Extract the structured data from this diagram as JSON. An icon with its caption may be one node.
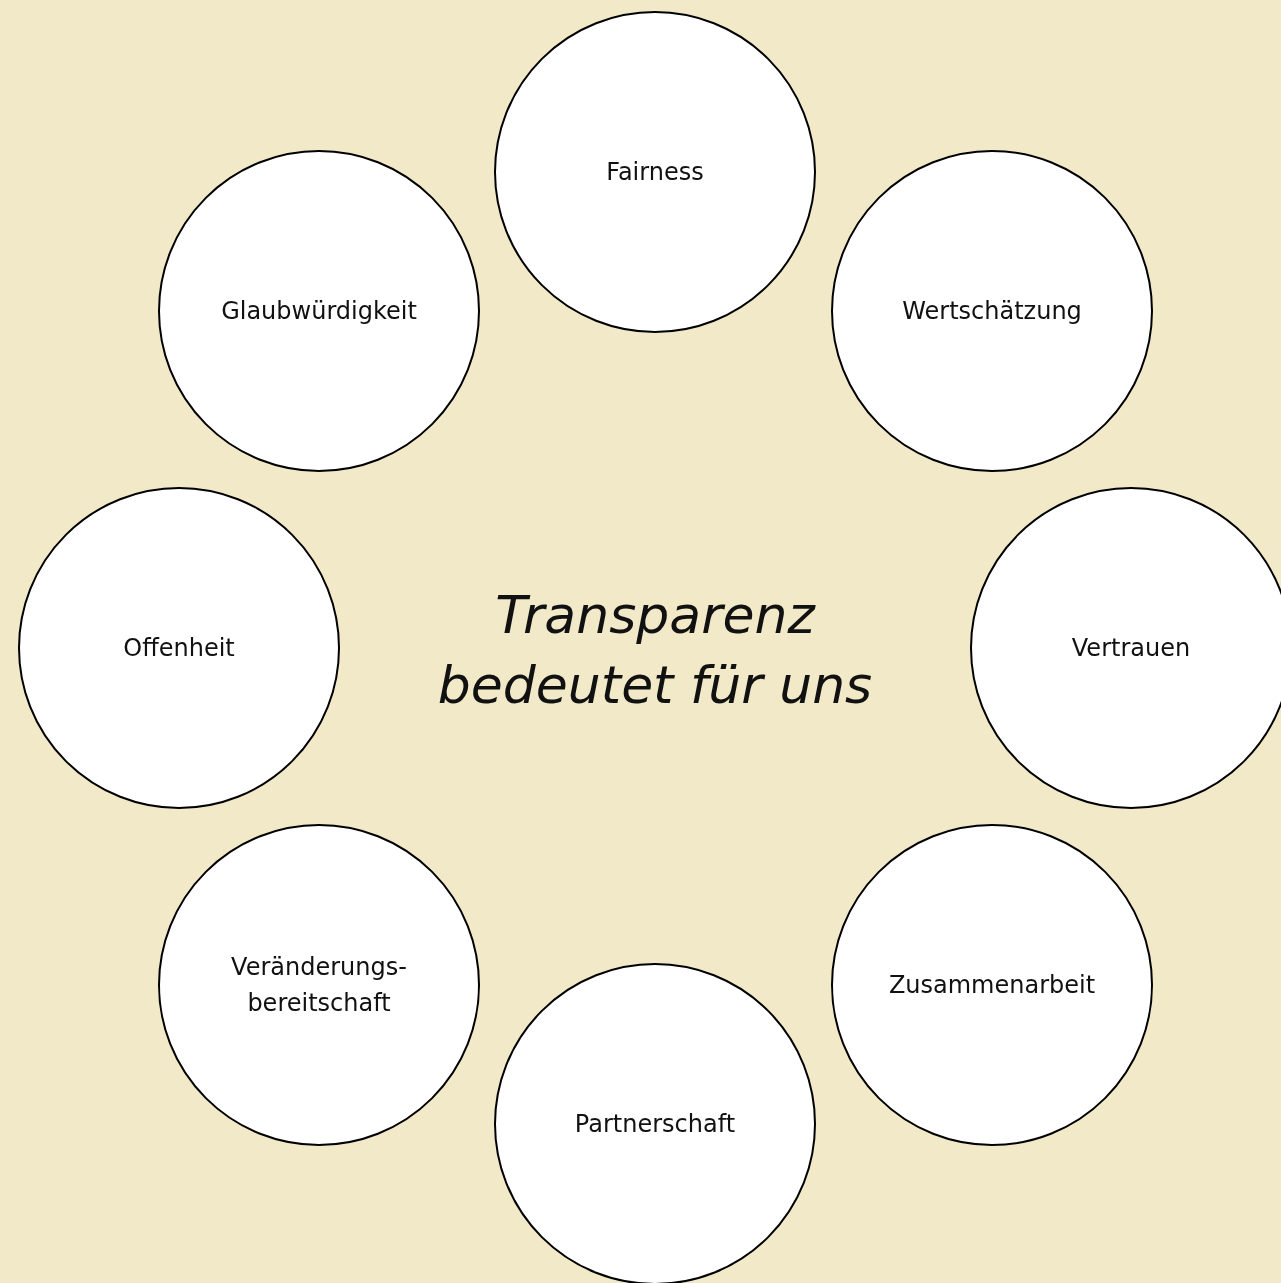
{
  "diagram": {
    "title": "Transparenz bedeutet für uns",
    "nodes": [
      {
        "text": [
          "Fairness"
        ]
      },
      {
        "text": [
          "Glaubwürdigkeit"
        ]
      },
      {
        "text": [
          "Wertschätzung"
        ]
      },
      {
        "text": [
          "Offenheit"
        ]
      },
      {
        "text": [
          "Vertrauen"
        ]
      },
      {
        "text": [
          "Veränderungs- bereitschaft"
        ]
      },
      {
        "text": [
          "Zusammenarbeit"
        ]
      },
      {
        "text": [
          "Partnerschaft"
        ]
      }
    ]
  }
}
